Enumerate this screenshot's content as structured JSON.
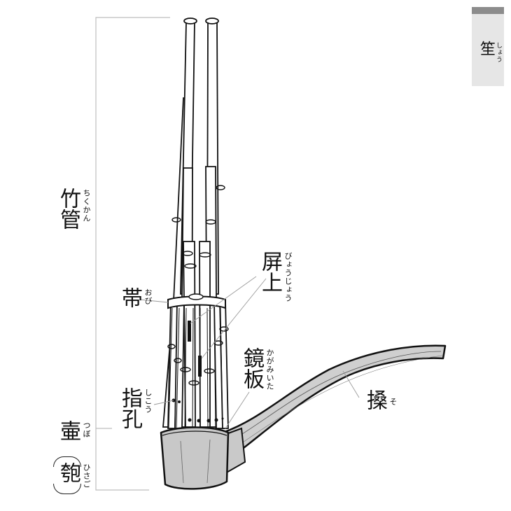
{
  "title_tab": {
    "kanji": "笙",
    "ruby": "しょう"
  },
  "labels": {
    "chikukan": {
      "kanji": "竹管",
      "ruby": "ちくかん"
    },
    "obi": {
      "kanji": "帯",
      "ruby": "おび"
    },
    "byoujou": {
      "kanji": "屏上",
      "ruby": "びょうじょう"
    },
    "kagamiita": {
      "kanji": "鏡板",
      "ruby": "かがみいた"
    },
    "shikou": {
      "kanji": "指孔",
      "ruby": "しこう"
    },
    "so": {
      "kanji": "搡",
      "ruby": "そ"
    },
    "tsubo": {
      "kanji": "壷",
      "ruby": "つぼ"
    },
    "hisago": {
      "kanji": "匏",
      "ruby": "ひさご"
    }
  },
  "colors": {
    "tab_bg": "#e6e6e6",
    "tab_bar": "#8c8c8c",
    "leader_line": "#9a9a9a",
    "bowl_fill": "#c8c8c8",
    "ink": "#111111"
  }
}
